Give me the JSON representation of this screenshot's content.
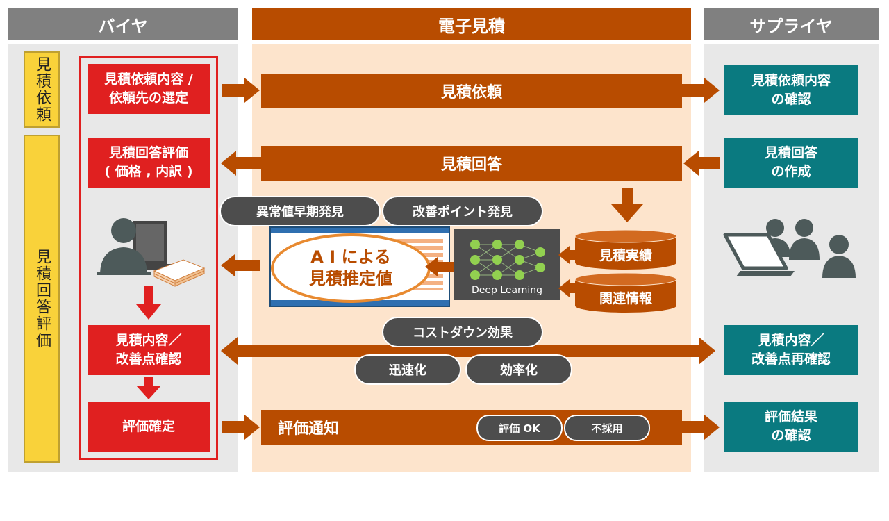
{
  "columns": {
    "buyer": "バイヤ",
    "estimate": "電子見積",
    "supplier": "サプライヤ"
  },
  "phases": {
    "request": "見積依頼",
    "evaluation": "見積回答評価"
  },
  "buyer_steps": {
    "select": "見積依頼内容 /\n依頼先の選定",
    "evaluate": "見積回答評価\n( 価格 , 内訳 )",
    "confirm": "見積内容／\n改善点確認",
    "finalize": "評価確定"
  },
  "flows": {
    "request": "見積依頼",
    "answer": "見積回答",
    "notify": "評価通知"
  },
  "supplier_steps": {
    "check_request": "見積依頼内容\nの確認",
    "create_answer": "見積回答\nの作成",
    "recheck": "見積内容／\n改善点再確認",
    "check_result": "評価結果\nの確認"
  },
  "ai": {
    "anomaly": "異常値早期発見",
    "improvement": "改善ポイント発見",
    "estimate_line1": "A I による",
    "estimate_line2": "見積推定値",
    "deep_learning": "Deep Learning",
    "db_results": "見積実績",
    "db_related": "関連情報"
  },
  "benefits": {
    "cost_down": "コストダウン効果",
    "speed": "迅速化",
    "efficiency": "効率化"
  },
  "results": {
    "ok": "評価 OK",
    "reject": "不採用"
  },
  "colors": {
    "orange": "#b84c00",
    "red": "#e02020",
    "teal": "#0a7a80",
    "yellow": "#f9d23a",
    "dark_pill": "#4d4d4d"
  }
}
